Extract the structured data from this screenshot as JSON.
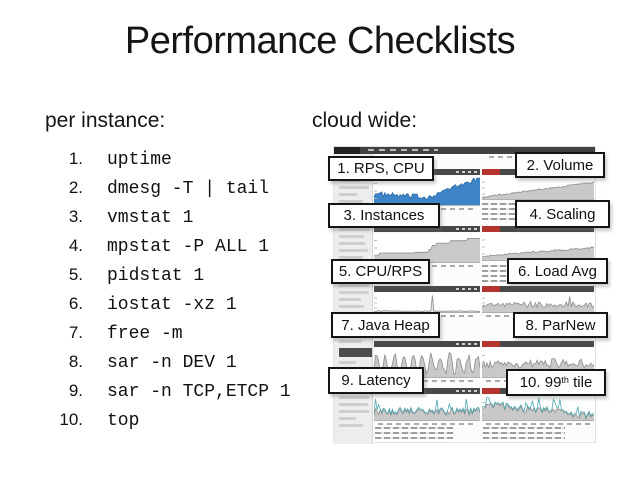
{
  "slide": {
    "title": "Performance Checklists",
    "left": {
      "heading": "per instance:",
      "items": [
        {
          "num": "1.",
          "cmd": "uptime"
        },
        {
          "num": "2.",
          "cmd": "dmesg -T | tail"
        },
        {
          "num": "3.",
          "cmd": "vmstat 1"
        },
        {
          "num": "4.",
          "cmd": "mpstat -P ALL 1"
        },
        {
          "num": "5.",
          "cmd": "pidstat 1"
        },
        {
          "num": "6.",
          "cmd": "iostat -xz 1"
        },
        {
          "num": "7.",
          "cmd": "free -m"
        },
        {
          "num": "8.",
          "cmd": "sar -n DEV 1"
        },
        {
          "num": "9.",
          "cmd": "sar -n TCP,ETCP 1"
        },
        {
          "num": "10.",
          "cmd": "top"
        }
      ]
    },
    "right": {
      "heading": "cloud wide:",
      "callouts": [
        {
          "pre": "1. RPS, CPU",
          "sup": "",
          "post": ""
        },
        {
          "pre": "2. Volume",
          "sup": "",
          "post": ""
        },
        {
          "pre": "3. Instances",
          "sup": "",
          "post": ""
        },
        {
          "pre": "4. Scaling",
          "sup": "",
          "post": ""
        },
        {
          "pre": "5. CPU/RPS",
          "sup": "",
          "post": ""
        },
        {
          "pre": "6. Load Avg",
          "sup": "",
          "post": ""
        },
        {
          "pre": "7. Java Heap",
          "sup": "",
          "post": ""
        },
        {
          "pre": "8. ParNew",
          "sup": "",
          "post": ""
        },
        {
          "pre": "9. Latency",
          "sup": "",
          "post": ""
        },
        {
          "pre": "10. 99",
          "sup": "th",
          "post": " tile"
        }
      ]
    },
    "colors": {
      "chart_blue": "#3d85c8",
      "badge_red": "#b5342e",
      "teal_line": "#49a8b0"
    }
  }
}
